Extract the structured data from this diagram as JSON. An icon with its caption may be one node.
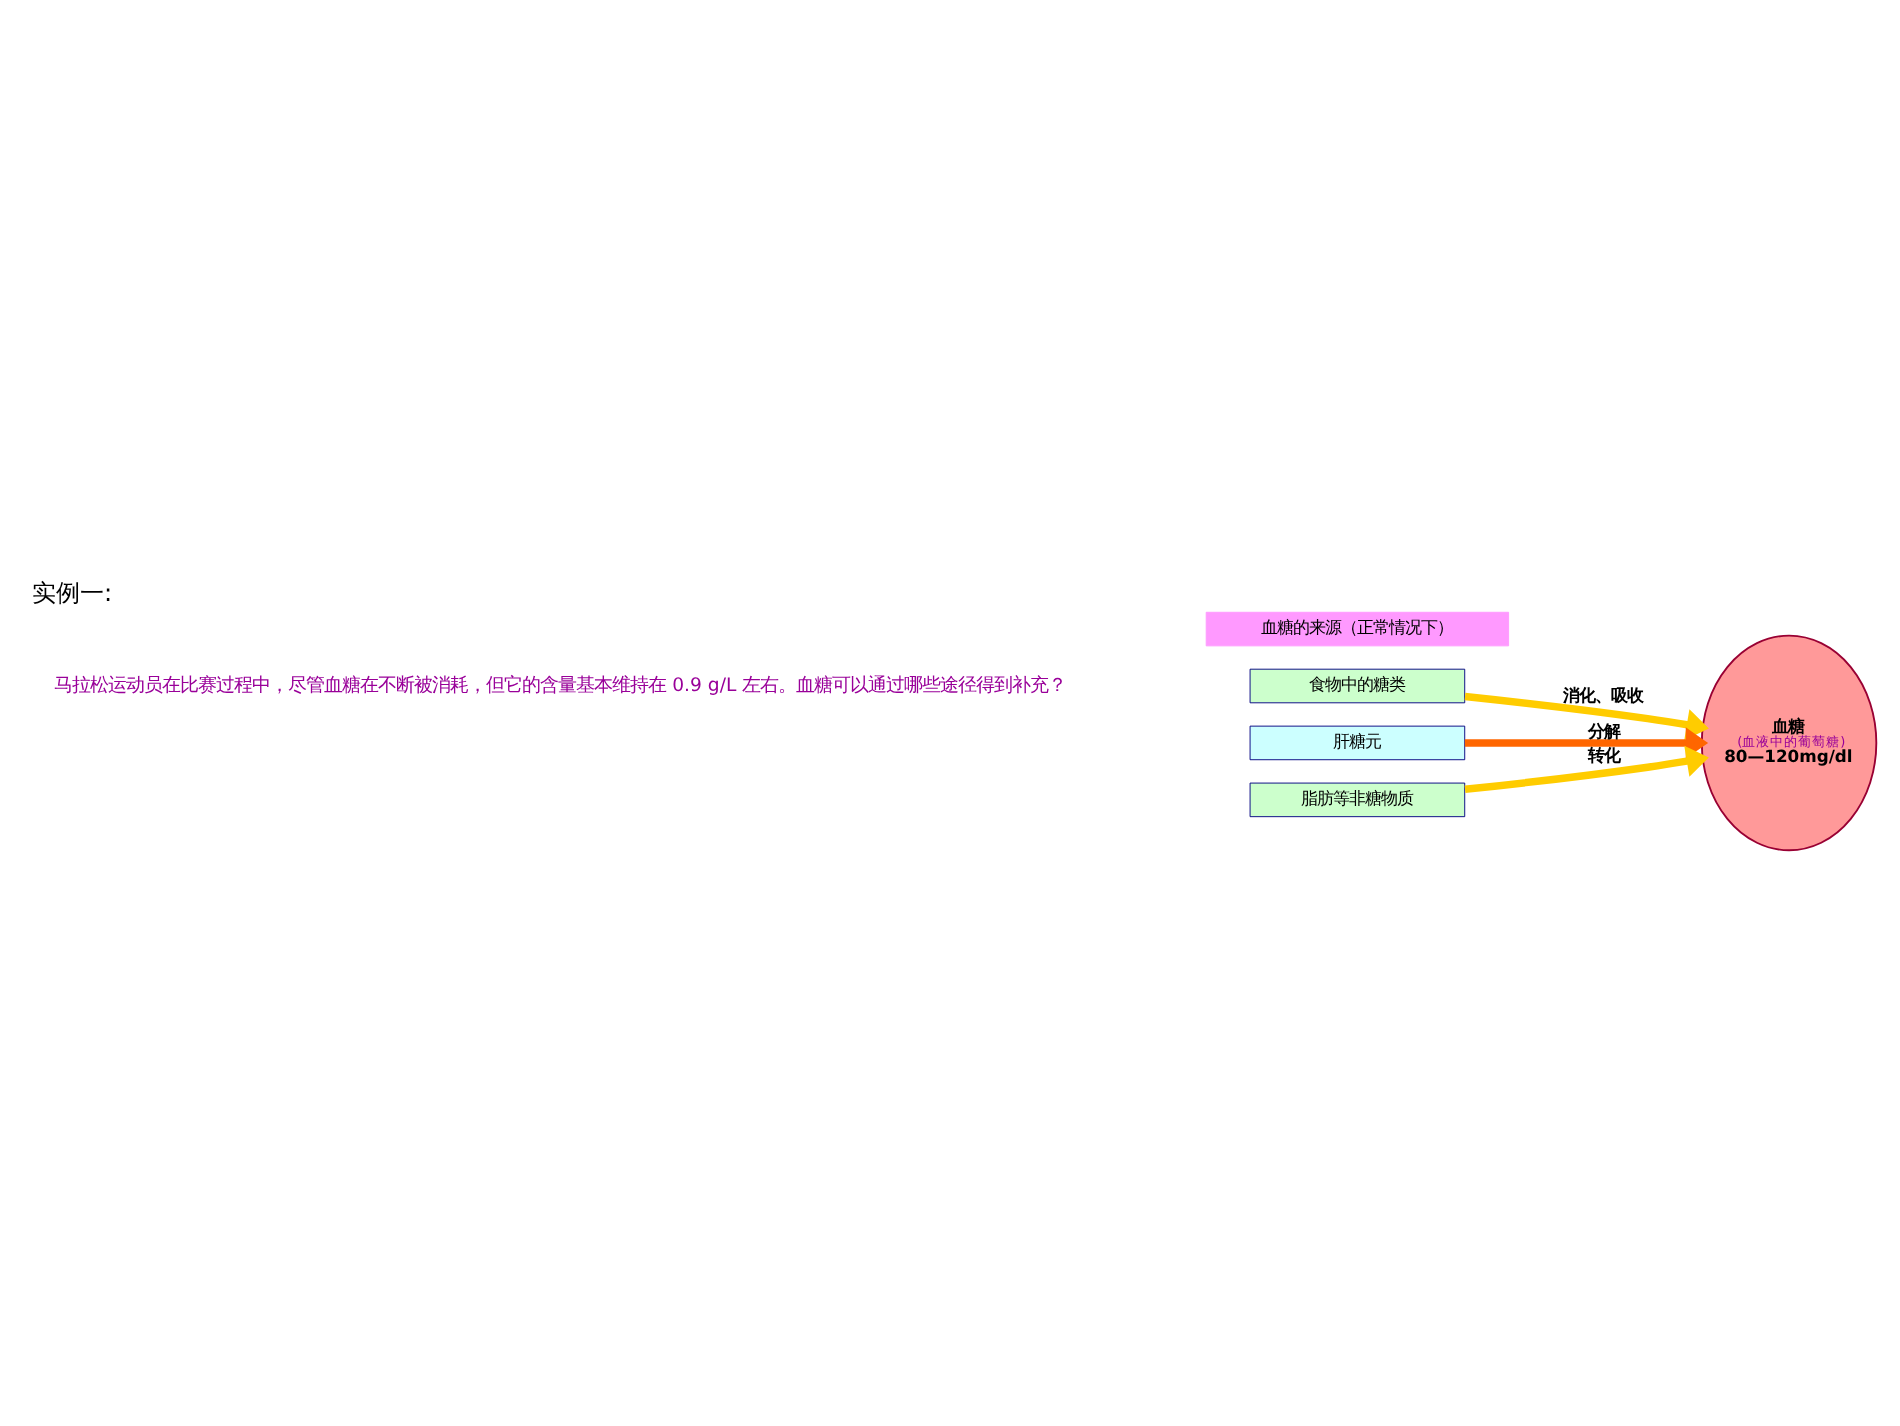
{
  "diagram": {
    "title": "实例一:",
    "nodes": [
      {
        "text": [
          "食物中的糖类"
        ]
      },
      {
        "text": [
          "肝糖元"
        ]
      },
      {
        "text": [
          "脂肪等非糖物质"
        ]
      },
      {
        "text": [
          "血糖",
          "(血液中的葡萄糖)",
          "80—120mg/dl"
        ]
      },
      {
        "text": [
          "血糖的来源（正常情况下）"
        ]
      }
    ],
    "edges": [
      {
        "from": 0,
        "to": 3,
        "arrow": "to",
        "label": "消化、吸收"
      },
      {
        "from": 1,
        "to": 3,
        "arrow": "to",
        "label": "分解",
        "color": "#ff6600"
      },
      {
        "from": 2,
        "to": 3,
        "arrow": "to",
        "label": "转化"
      }
    ],
    "labels": [
      "马拉松运动员在比赛过程中，尽管血糖在不断被消耗，但它的含量基本维持在 0.9 g/L 左右。血糖可以通过哪些途径得到补充？"
    ]
  }
}
